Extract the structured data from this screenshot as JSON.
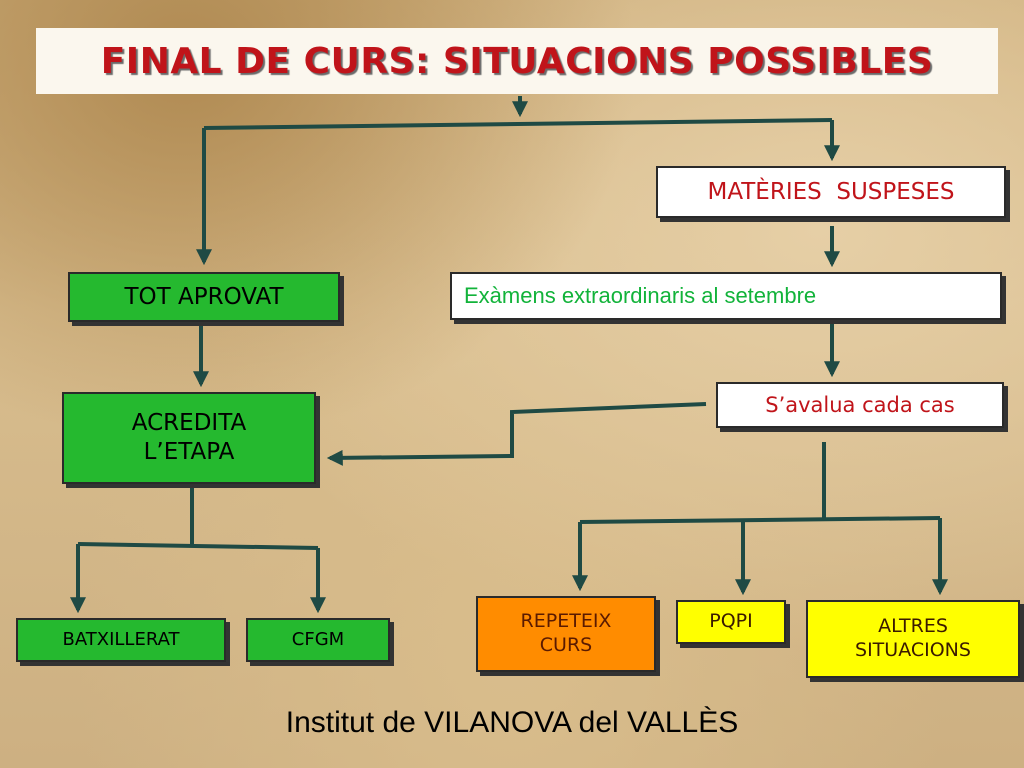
{
  "title": "FINAL DE CURS: SITUACIONS POSSIBLES",
  "nodes": {
    "materies_suspeses": "MATÈRIES  SUSPESES",
    "tot_aprovat": "TOT APROVAT",
    "examens": "Exàmens extraordinaris al setembre",
    "savalua": "S’avalua cada cas",
    "acredita_line1": "ACREDITA",
    "acredita_line2": "L’ETAPA",
    "batxillerat": "BATXILLERAT",
    "cfgm": "CFGM",
    "repeteix_line1": "REPETEIX",
    "repeteix_line2": "CURS",
    "pqpi": "PQPI",
    "altres_line1": "ALTRES",
    "altres_line2": "SITUACIONS"
  },
  "footer": "Institut de VILANOVA del VALLÈS",
  "colors": {
    "title": "#c0141a",
    "green_box": "#25b92f",
    "orange_box": "#ff8c00",
    "yellow_box": "#ffff00",
    "connector": "#1f4a44"
  }
}
